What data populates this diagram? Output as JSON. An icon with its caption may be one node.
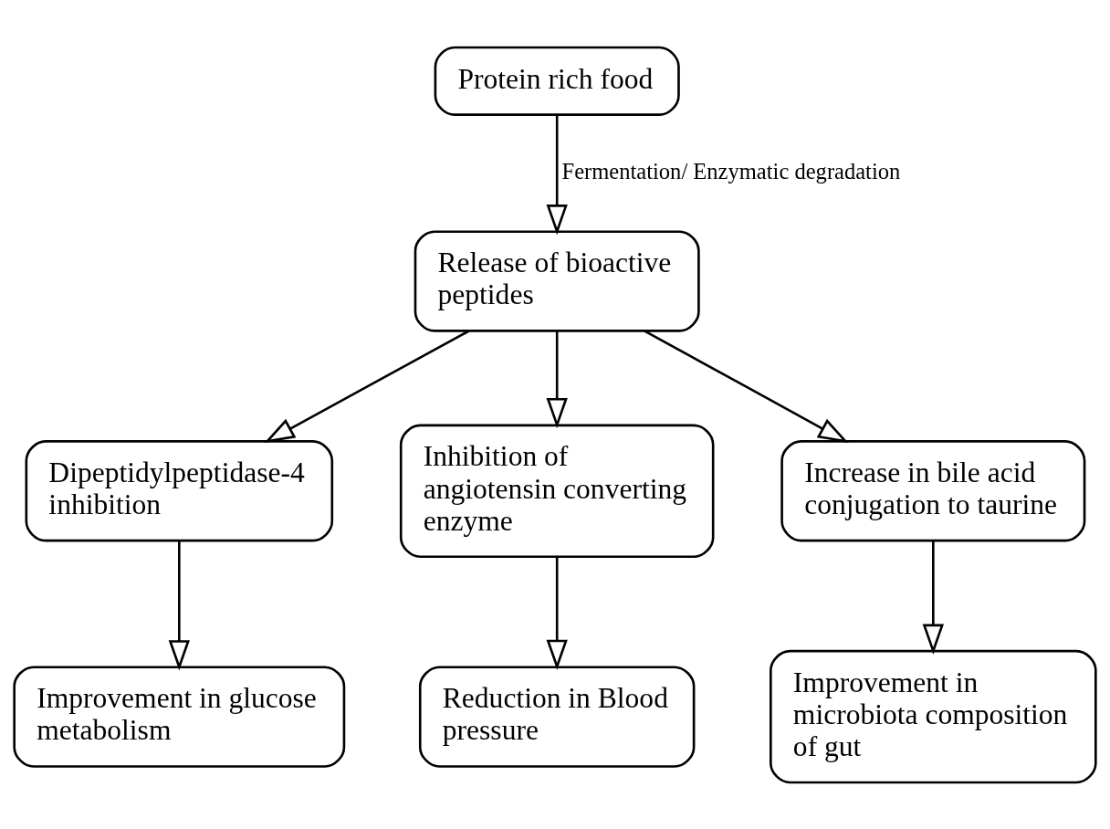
{
  "diagram": {
    "nodes": [
      {
        "text": [
          "Protein rich food"
        ]
      },
      {
        "text": [
          "Release of bioactive peptides"
        ]
      },
      {
        "text": [
          "Dipeptidylpeptidase-4 inhibition"
        ]
      },
      {
        "text": [
          "Inhibition of angiotensin converting enzyme"
        ]
      },
      {
        "text": [
          "Increase in bile acid conjugation to taurine"
        ]
      },
      {
        "text": [
          "Improvement in glucose metabolism"
        ]
      },
      {
        "text": [
          "Reduction in Blood pressure"
        ]
      },
      {
        "text": [
          "Improvement in microbiota composition of gut"
        ]
      }
    ],
    "edges": [
      {
        "from": 0,
        "to": 1,
        "arrow": "to",
        "label": "Fermentation/ Enzymatic degradation"
      },
      {
        "from": 1,
        "to": 2,
        "arrow": "to"
      },
      {
        "from": 1,
        "to": 3,
        "arrow": "to"
      },
      {
        "from": 1,
        "to": 4,
        "arrow": "to"
      },
      {
        "from": 2,
        "to": 5,
        "arrow": "to"
      },
      {
        "from": 3,
        "to": 6,
        "arrow": "to"
      },
      {
        "from": 4,
        "to": 7,
        "arrow": "to"
      }
    ]
  }
}
